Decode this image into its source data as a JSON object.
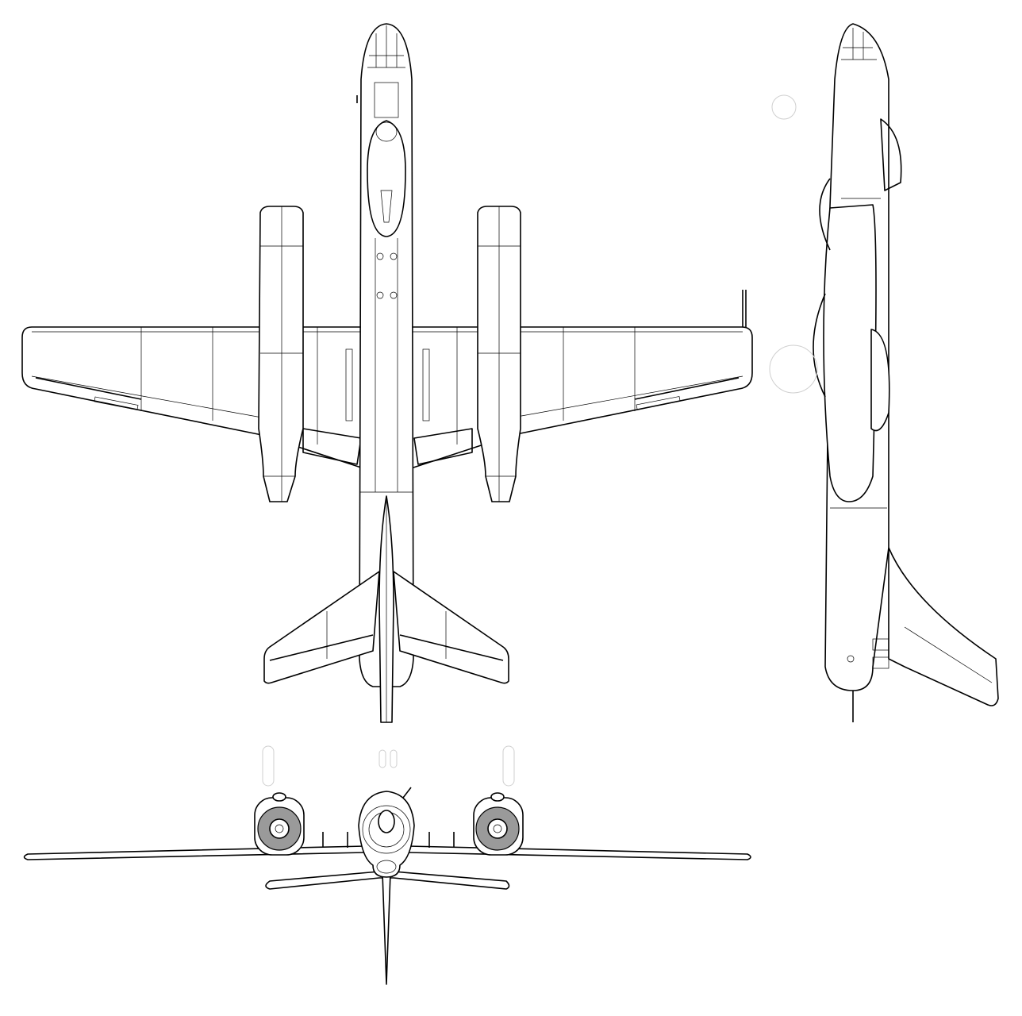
{
  "drawing": {
    "views": [
      "top",
      "side",
      "front"
    ],
    "line_color": "#000000",
    "background": "#ffffff",
    "engine_fill": "#9a9a9a"
  }
}
